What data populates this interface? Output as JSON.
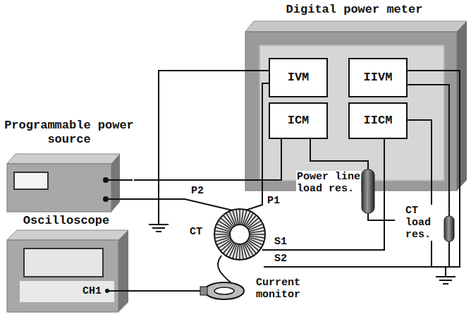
{
  "diagram": {
    "nodes": [
      {
        "text": [
          "Digital power meter"
        ]
      },
      {
        "text": [
          "IVM"
        ],
        "in": 0
      },
      {
        "text": [
          "IIVM"
        ],
        "in": 0
      },
      {
        "text": [
          "ICM"
        ],
        "in": 0
      },
      {
        "text": [
          "IICM"
        ],
        "in": 0
      },
      {
        "text": [
          "Programmable power source"
        ]
      },
      {
        "text": [
          "Oscilloscope"
        ]
      }
    ],
    "edges": [
      {
        "from": 5,
        "to": 3,
        "arrow": "none"
      }
    ],
    "labels": [
      "P2",
      "P1",
      "CT",
      "S1",
      "S2",
      "Power line load res.",
      "CT load res.",
      "Current monitor",
      "CH1"
    ]
  }
}
